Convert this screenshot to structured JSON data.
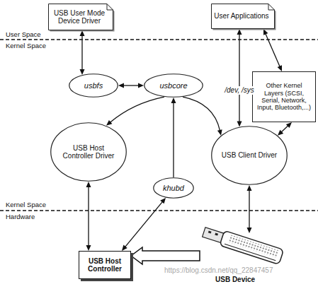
{
  "diagram": {
    "nodes": [
      {
        "text": [
          "USB User Mode Device Driver"
        ]
      },
      {
        "text": [
          "User Applications"
        ]
      },
      {
        "text": [
          "usbfs"
        ]
      },
      {
        "text": [
          "usbcore"
        ]
      },
      {
        "text": [
          "Other Kernel Layers (SCSI, Serial, Network, Input, Bluetooth,...)"
        ]
      },
      {
        "text": [
          "USB Host Controller Driver"
        ]
      },
      {
        "text": [
          "USB Client Driver"
        ]
      },
      {
        "text": [
          "khubd"
        ]
      },
      {
        "text": [
          "USB Host Controller"
        ]
      },
      {
        "text": [
          "USB Device"
        ]
      }
    ],
    "edges": [
      {
        "from": 0,
        "to": 2,
        "arrow": "both"
      },
      {
        "from": 1,
        "to": 6,
        "label": "/dev, /sys",
        "arrow": "both"
      },
      {
        "from": 1,
        "to": 4,
        "arrow": "both"
      },
      {
        "from": 2,
        "to": 3,
        "arrow": "both"
      },
      {
        "from": 3,
        "to": 5,
        "arrow": "to"
      },
      {
        "from": 3,
        "to": 6,
        "arrow": "to"
      },
      {
        "from": 6,
        "to": 4,
        "arrow": "both"
      },
      {
        "from": 5,
        "to": 8,
        "arrow": "both"
      },
      {
        "from": 7,
        "to": 3,
        "arrow": "to"
      },
      {
        "from": 7,
        "to": 8,
        "arrow": "both"
      },
      {
        "from": 6,
        "to": 9,
        "arrow": "both"
      },
      {
        "from": 9,
        "to": 8,
        "arrow": "to"
      }
    ],
    "labels": [
      "User Space",
      "Kernel Space",
      "Kernel Space",
      "Hardware",
      "https://blog.csdn.net/qq_22847457"
    ]
  }
}
